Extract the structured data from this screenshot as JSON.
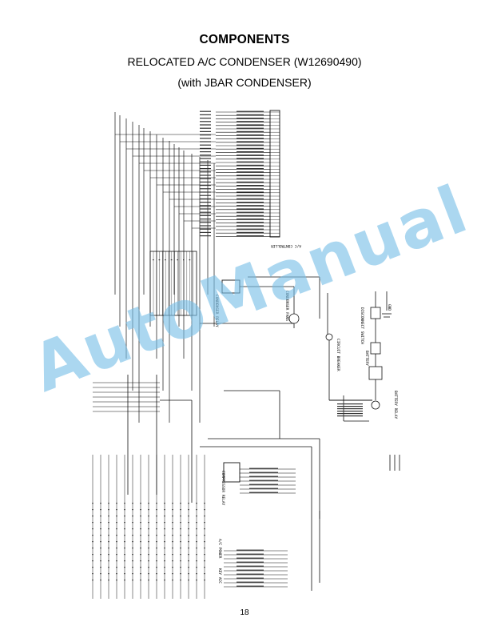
{
  "header": {
    "title": "COMPONENTS",
    "subtitle": "RELOCATED A/C CONDENSER (W12690490)",
    "subtitle2": "(with JBAR CONDENSER)"
  },
  "watermark": {
    "text": "AutoManual",
    "color": "#8cc8ec"
  },
  "footer": {
    "page_number": "18"
  },
  "diagram": {
    "labels": {
      "controller": "A/C CONTROLLER",
      "condenser_relay": "CONDENSER RELAY",
      "condenser_fans": "CONDENSER FANS",
      "circuit_breaker": "CIRCUIT BREAKER",
      "battery": "BATTERY",
      "disconnect_switch": "DISCONNECT SWITCH",
      "battery_relay": "BATTERY RELAY",
      "ground": "GND",
      "compressor_relay": "COMPRESSOR RELAY",
      "ac_power": "A/C POWER",
      "key_acc": "KEY ACC"
    }
  }
}
